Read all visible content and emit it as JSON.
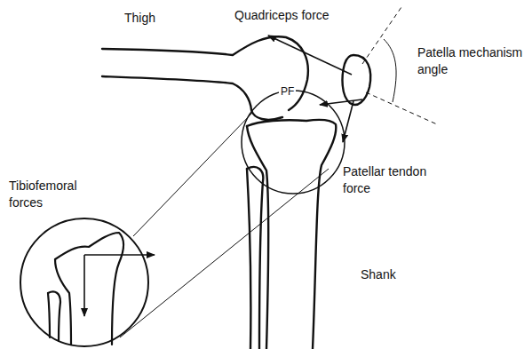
{
  "diagram": {
    "labels": [
      "Thigh",
      "Quadriceps force",
      "Patella mechanism angle",
      "PF",
      "Tibiofemoral forces",
      "Patellar tendon force",
      "Shank"
    ]
  }
}
